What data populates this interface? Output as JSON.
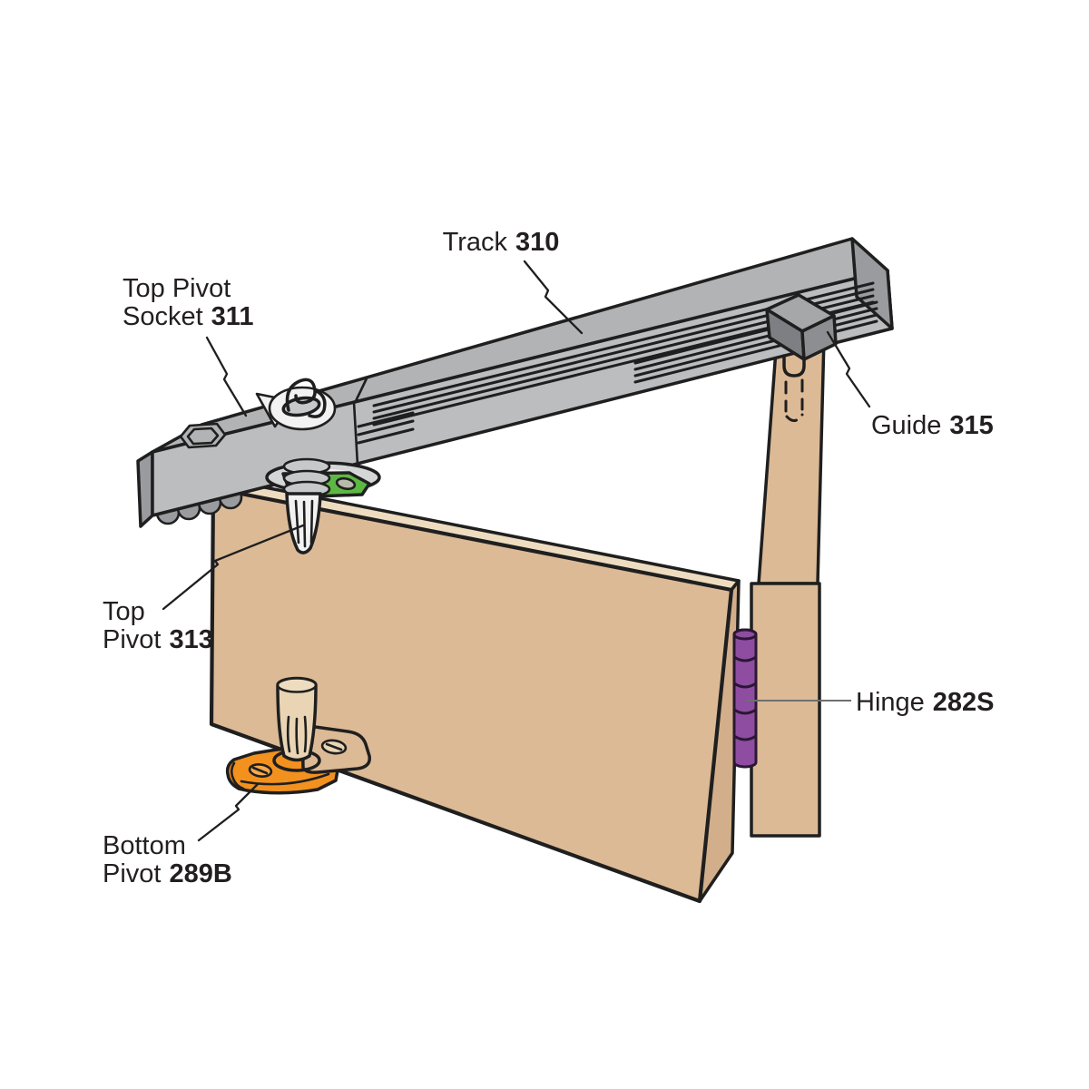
{
  "diagram": {
    "labels": {
      "track": {
        "name": "Track",
        "code": "310"
      },
      "top_pivot_socket": {
        "line1": "Top Pivot",
        "line2": "Socket",
        "code": "311"
      },
      "guide": {
        "name": "Guide",
        "code": "315"
      },
      "top_pivot": {
        "line1": "Top",
        "line2": "Pivot",
        "code": "313"
      },
      "hinge": {
        "name": "Hinge",
        "code": "282S"
      },
      "bottom_pivot": {
        "line1": "Bottom",
        "line2": "Pivot",
        "code": "289B"
      }
    }
  },
  "colors": {
    "outline": "#1f1f1f",
    "label_text": "#231f20",
    "leader_gray": "#6f6f6f",
    "track_top": "#b2b3b5",
    "track_front": "#bcbdbf",
    "track_end": "#9a9b9e",
    "guide_top": "#a6a7a9",
    "guide_front": "#7e7f82",
    "guide_side": "#8d8e91",
    "door_front": "#dcba96",
    "door_top": "#eedcc0",
    "door_side": "#d2af8a",
    "tan_light": "#e9d5b4",
    "pivot_green": "#5db843",
    "green_hole": "#b9bbaa",
    "hinge_purple": "#8e4da1",
    "purple_dark": "#2a1733",
    "bottom_orange": "#f3911e",
    "orange_light": "#f6a94e",
    "metal_light": "#d5d6d8",
    "metal_mid": "#c7c8ca",
    "white_detail": "#f2f2f3"
  }
}
